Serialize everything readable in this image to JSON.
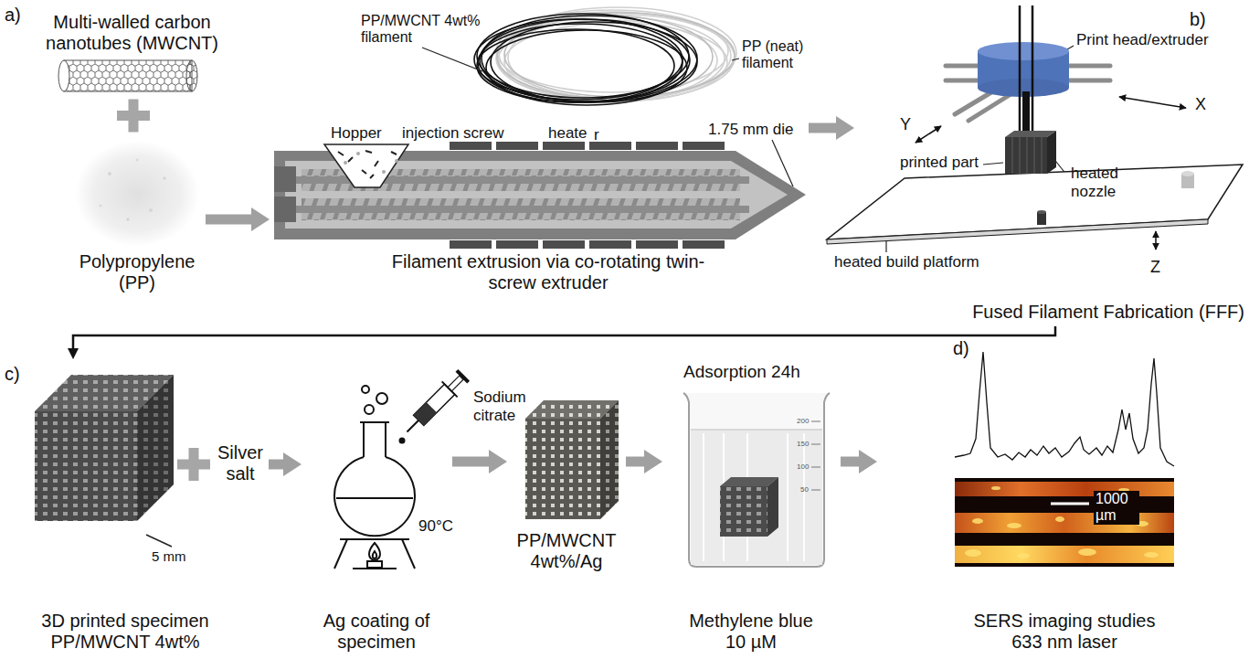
{
  "diagram": {
    "nodes": [
      {
        "text": [
          "Multi-walled carbon nanotubes (MWCNT)"
        ]
      },
      {
        "text": [
          "Polypropylene (PP)"
        ]
      },
      {
        "text": [
          "Filament extrusion via co-rotating twin-screw extruder"
        ]
      },
      {
        "text": [
          "Fused Filament Fabrication (FFF)"
        ]
      },
      {
        "text": [
          "3D printed specimen PP/MWCNT 4wt%"
        ]
      },
      {
        "text": [
          "Silver salt"
        ]
      },
      {
        "text": [
          "Ag coating of specimen"
        ]
      },
      {
        "text": [
          "PP/MWCNT 4wt%/Ag"
        ]
      },
      {
        "text": [
          "Methylene blue 10 µM"
        ]
      },
      {
        "text": [
          "SERS imaging studies 633 nm laser"
        ]
      }
    ],
    "edges": [
      {
        "from": 1,
        "to": 2,
        "arrow": "to"
      },
      {
        "from": 2,
        "to": 3,
        "arrow": "to"
      },
      {
        "from": 3,
        "to": 4,
        "arrow": "to"
      },
      {
        "from": 5,
        "to": 6,
        "arrow": "to"
      },
      {
        "from": 6,
        "to": 7,
        "arrow": "to"
      },
      {
        "from": 7,
        "to": 8,
        "arrow": "to"
      },
      {
        "from": 8,
        "to": 9,
        "arrow": "to"
      }
    ],
    "labels": [
      "a)",
      "Hopper",
      "injection screw",
      "heate",
      "r",
      "1.75 mm die",
      "PP/MWCNT 4wt% filament",
      "PP (neat) filament",
      "b)",
      "Print head/extruder",
      "X",
      "Y",
      "printed part",
      "heated nozzle",
      "heated build platform",
      "Z",
      "c)",
      "5 mm",
      "Sodium citrate",
      "90°C",
      "Adsorption 24h",
      "200",
      "150",
      "100",
      "50",
      "d)",
      "1000 µm"
    ]
  }
}
